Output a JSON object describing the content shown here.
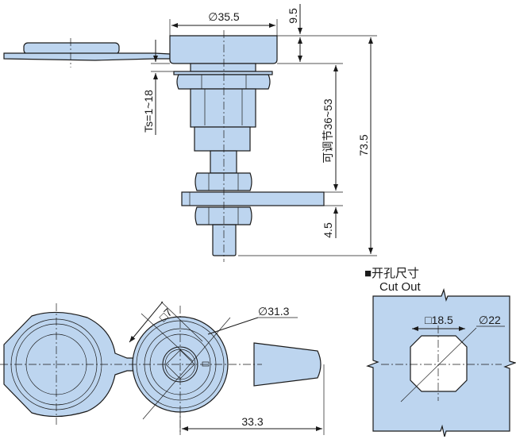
{
  "dimensions": {
    "head_diameter": "∅35.5",
    "head_height": "9.5",
    "total_length": "73.5",
    "adjustable_range": "可调节36~53",
    "panel_thickness": "Ts=1~18",
    "cam_thickness": "4.5",
    "square_drive": "□7",
    "face_diameter": "∅31.3",
    "handle_reach": "33.3"
  },
  "cutout": {
    "title_cn": "■开孔尺寸",
    "title_en": "Cut Out",
    "square": "□18.5",
    "diameter": "∅22"
  },
  "colors": {
    "part_fill": "#bdd5ef",
    "line": "#1a1a1a"
  }
}
